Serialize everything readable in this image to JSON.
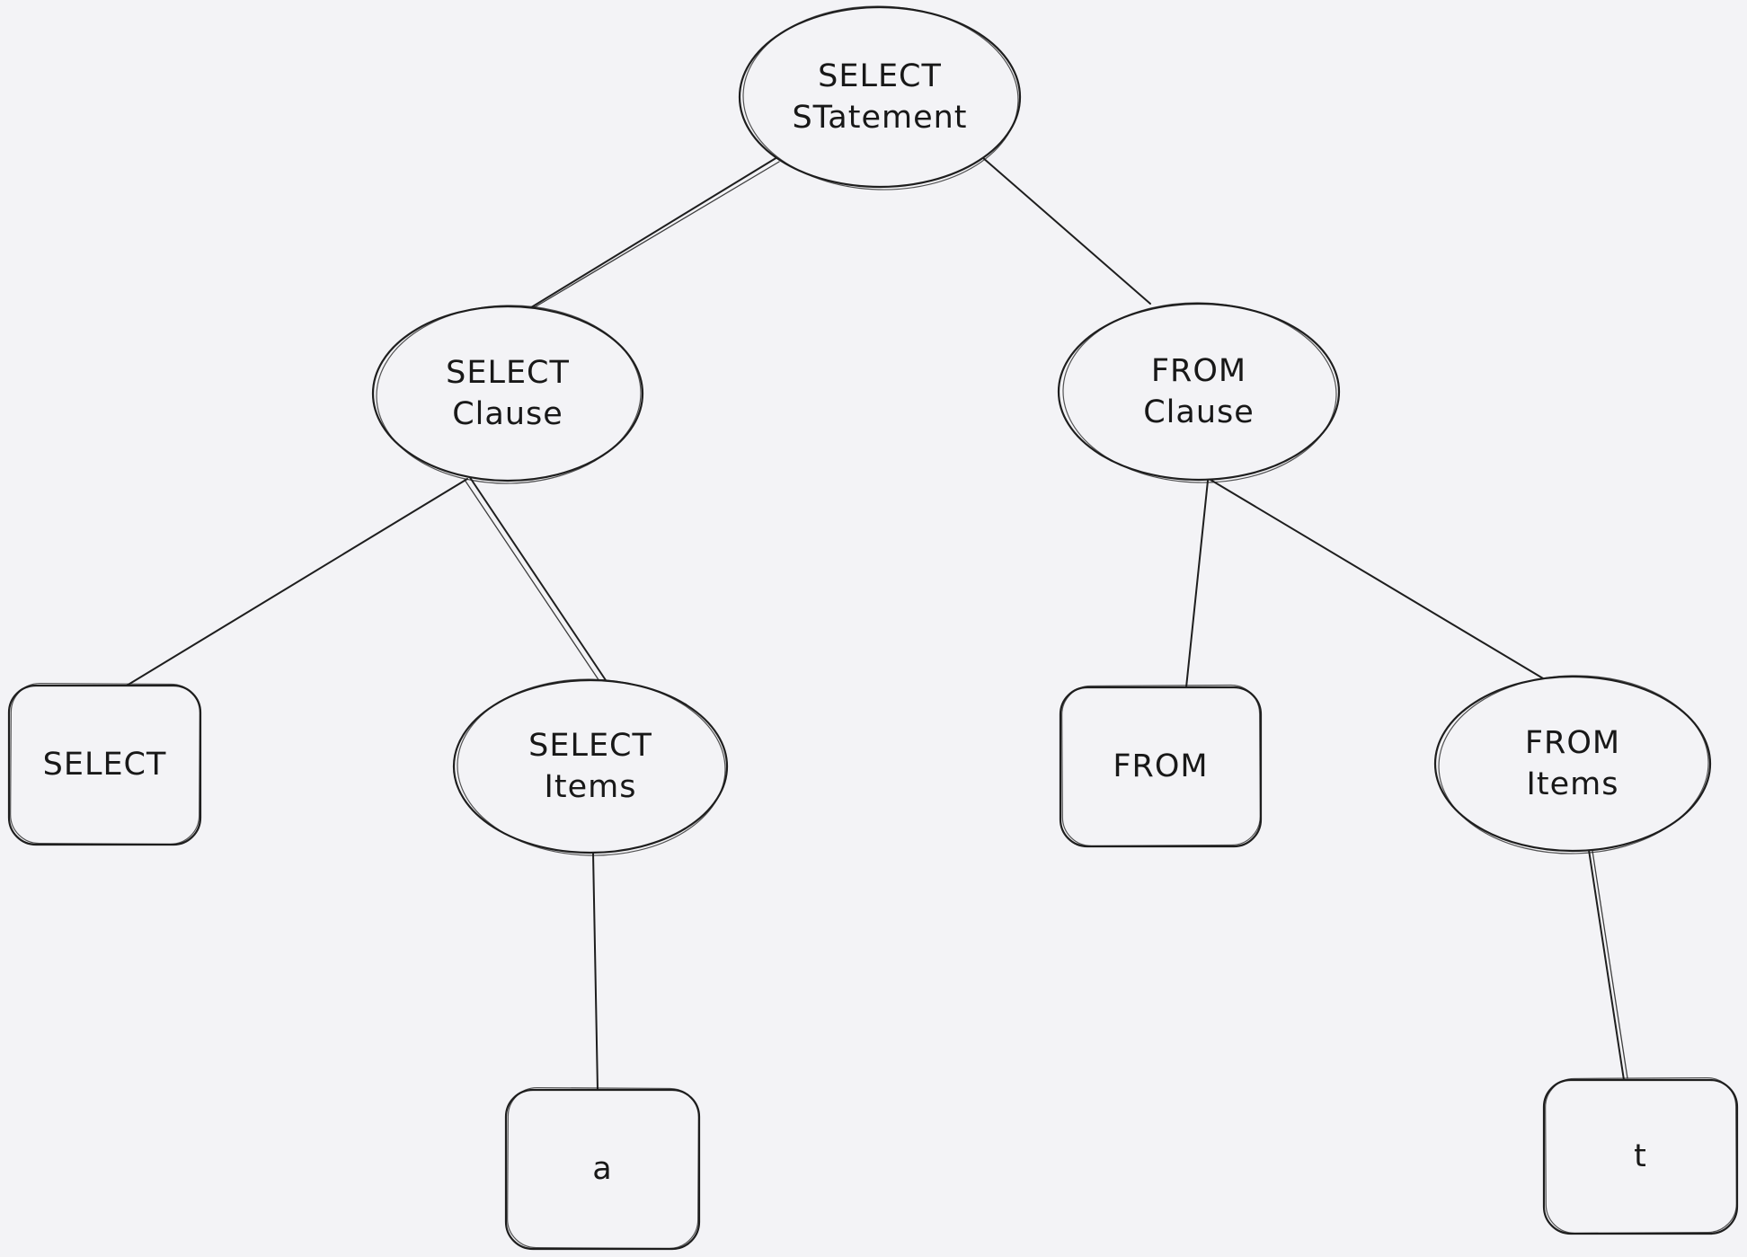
{
  "diagram": {
    "type": "tree",
    "theme": {
      "background_color": "#f3f3f6",
      "stroke_color": "#1e1e1e",
      "text_color": "#181818"
    },
    "nodes": [
      {
        "id": "select-statement",
        "shape": "ellipse",
        "lines": [
          "SELECT",
          "STatement"
        ]
      },
      {
        "id": "select-clause",
        "shape": "ellipse",
        "lines": [
          "SELECT",
          "Clause"
        ]
      },
      {
        "id": "from-clause",
        "shape": "ellipse",
        "lines": [
          "FROM",
          "Clause"
        ]
      },
      {
        "id": "select-keyword",
        "shape": "rectangle",
        "lines": [
          "SELECT"
        ]
      },
      {
        "id": "select-items",
        "shape": "ellipse",
        "lines": [
          "SELECT",
          "Items"
        ]
      },
      {
        "id": "from-keyword",
        "shape": "rectangle",
        "lines": [
          "FROM"
        ]
      },
      {
        "id": "from-items",
        "shape": "ellipse",
        "lines": [
          "FROM",
          "Items"
        ]
      },
      {
        "id": "select-item-a",
        "shape": "rectangle",
        "lines": [
          "a"
        ]
      },
      {
        "id": "from-item-t",
        "shape": "rectangle",
        "lines": [
          "t"
        ]
      }
    ],
    "edges": [
      {
        "from": "select-statement",
        "to": "select-clause"
      },
      {
        "from": "select-statement",
        "to": "from-clause"
      },
      {
        "from": "select-clause",
        "to": "select-keyword"
      },
      {
        "from": "select-clause",
        "to": "select-items"
      },
      {
        "from": "from-clause",
        "to": "from-keyword"
      },
      {
        "from": "from-clause",
        "to": "from-items"
      },
      {
        "from": "select-items",
        "to": "select-item-a"
      },
      {
        "from": "from-items",
        "to": "from-item-t"
      }
    ]
  }
}
